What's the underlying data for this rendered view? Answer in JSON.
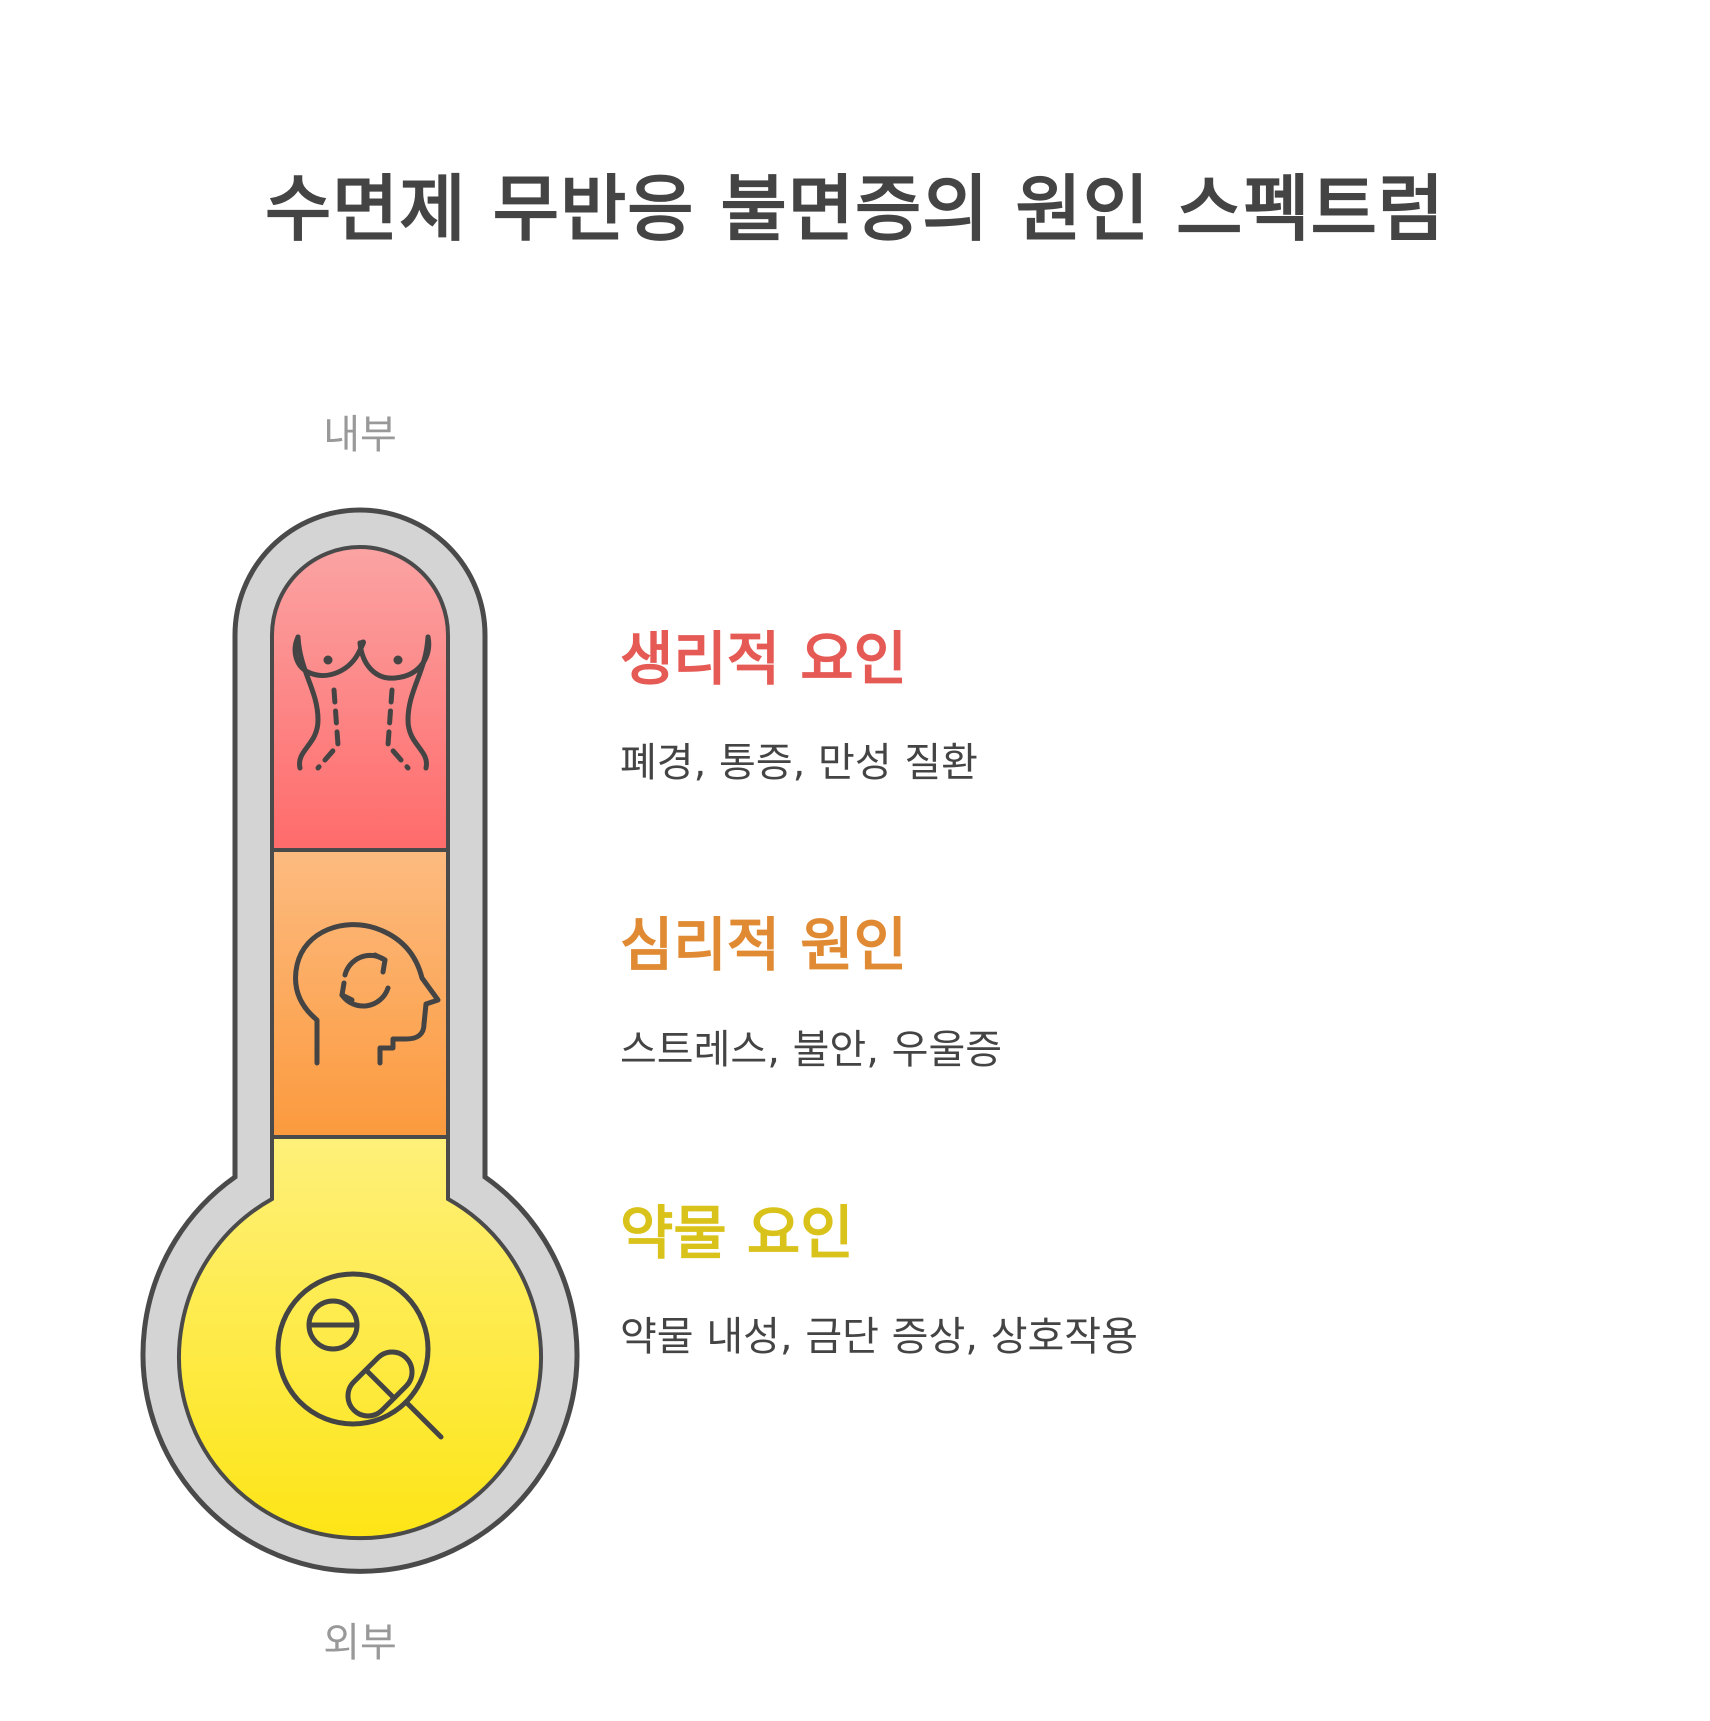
{
  "title": "수면제 무반응 불면증의 원인 스펙트럼",
  "scale": {
    "top_label": "내부",
    "bottom_label": "외부"
  },
  "causes": [
    {
      "title": "생리적 요인",
      "description": "폐경, 통증, 만성 질환",
      "color": "#e55a54",
      "icon": "female-body-icon"
    },
    {
      "title": "심리적 원인",
      "description": "스트레스, 불안, 우울증",
      "color": "#e08a33",
      "icon": "head-cycle-icon"
    },
    {
      "title": "약물 요인",
      "description": "약물 내성, 금단 증상, 상호작용",
      "color": "#d9c21a",
      "icon": "pill-search-icon"
    }
  ],
  "colors": {
    "text": "#444444",
    "muted": "#999999",
    "outline": "#4a4a4a",
    "tube": "#d4d4d4"
  }
}
